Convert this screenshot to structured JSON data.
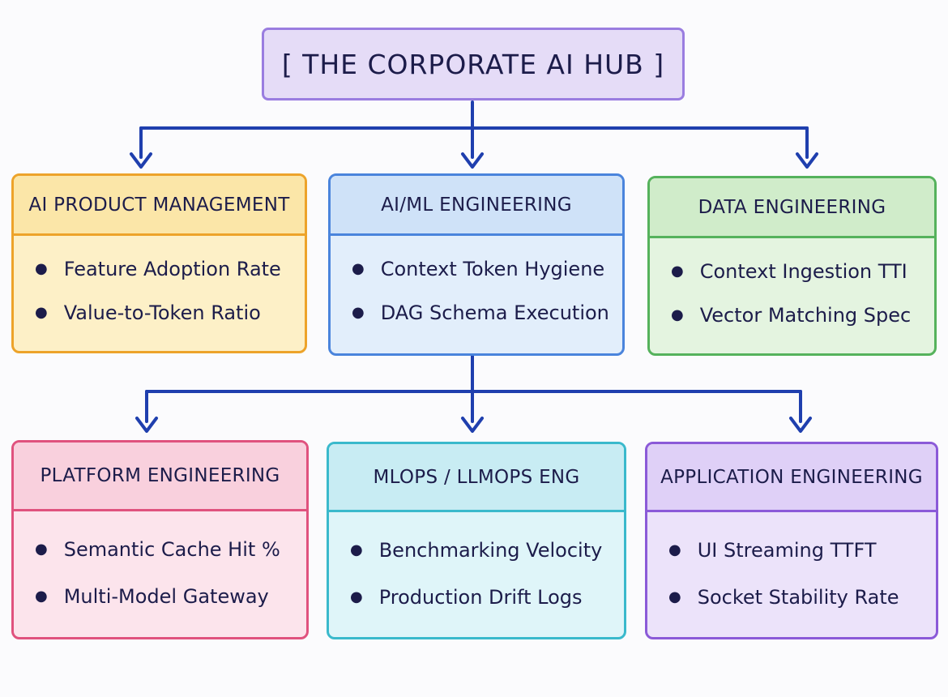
{
  "root": {
    "title": "[ THE CORPORATE AI HUB ]"
  },
  "colors": {
    "connector": "#1f3fae",
    "ai_product_management": "#eda32a",
    "ai_ml_engineering": "#4a84dc",
    "data_engineering": "#55b25c",
    "platform_engineering": "#e0527e",
    "mlops_llmops_eng": "#3ab9cc",
    "application_engineering": "#8b5ad8"
  },
  "cards": {
    "ai_product_management": {
      "title": "AI PRODUCT MANAGEMENT",
      "items": [
        "Feature Adoption Rate",
        "Value-to-Token Ratio"
      ]
    },
    "ai_ml_engineering": {
      "title": "AI/ML ENGINEERING",
      "items": [
        "Context Token Hygiene",
        "DAG Schema Execution"
      ]
    },
    "data_engineering": {
      "title": "DATA ENGINEERING",
      "items": [
        "Context Ingestion TTI",
        "Vector Matching Spec"
      ]
    },
    "platform_engineering": {
      "title": "PLATFORM ENGINEERING",
      "items": [
        "Semantic Cache Hit %",
        "Multi-Model Gateway"
      ]
    },
    "mlops_llmops_eng": {
      "title": "MLOPS / LLMOPS ENG",
      "items": [
        "Benchmarking Velocity",
        "Production Drift Logs"
      ]
    },
    "application_engineering": {
      "title": "APPLICATION ENGINEERING",
      "items": [
        "UI Streaming TTFT",
        "Socket Stability Rate"
      ]
    }
  }
}
